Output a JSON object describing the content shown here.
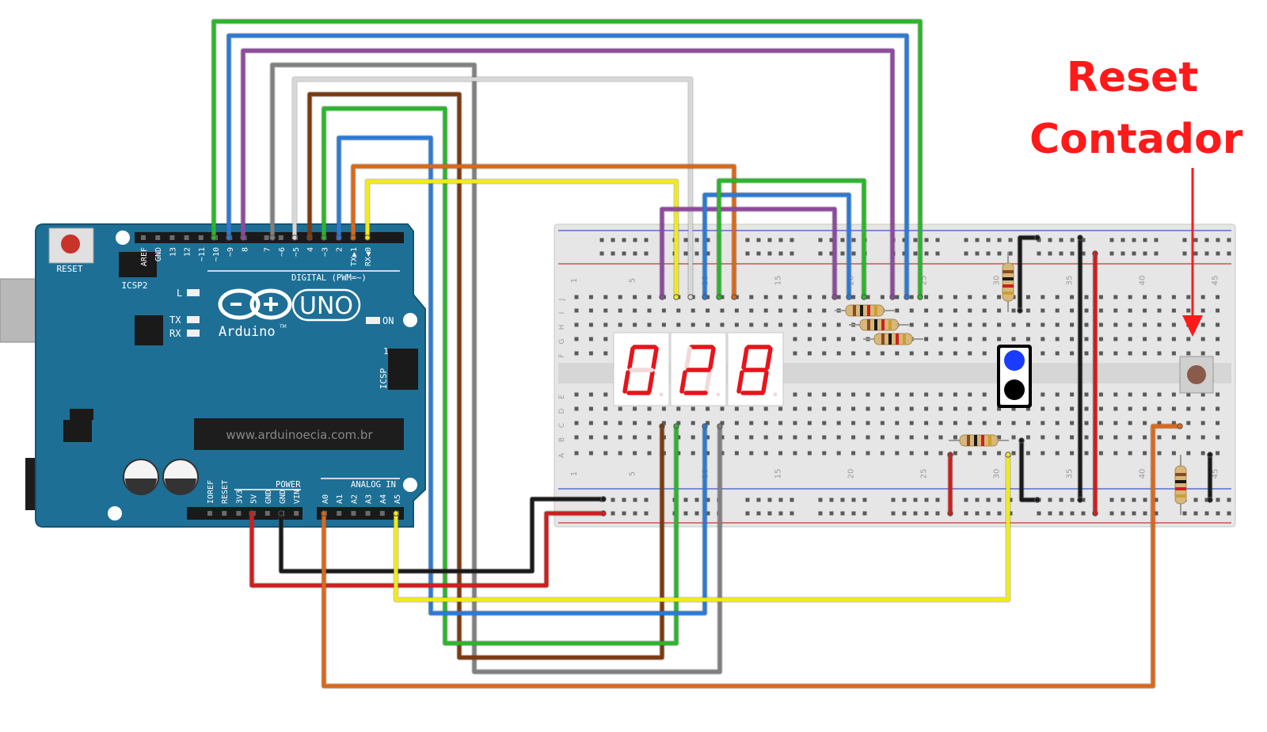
{
  "annotation": {
    "line1": "Reset",
    "line2": "Contador",
    "color": "#ff1a1a"
  },
  "arduino": {
    "board_color": "#1e6f96",
    "reset_label": "RESET",
    "icsp2_label": "ICSP2",
    "icsp_label": "ICSP",
    "digital_label": "DIGITAL (PWM=~)",
    "l_label": "L",
    "tx_label": "TX",
    "rx_label": "RX",
    "on_label": "ON",
    "one_label": "1",
    "uno_label": "UNO",
    "brand_label": "Arduino",
    "tm_label": "TM",
    "website": "www.arduinoecia.com.br",
    "power_label": "POWER",
    "analog_label": "ANALOG IN",
    "digital_pins": [
      "AREF",
      "GND",
      "13",
      "12",
      "~11",
      "~10",
      "~9",
      "8",
      "7",
      "~6",
      "~5",
      "4",
      "~3",
      "2",
      "TX▶1",
      "RX◀0"
    ],
    "power_pins": [
      "IOREF",
      "RESET",
      "3V3",
      "5V",
      "GND",
      "GND",
      "VIN"
    ],
    "analog_pins": [
      "A0",
      "A1",
      "A2",
      "A3",
      "A4",
      "A5"
    ]
  },
  "display": {
    "digits": [
      "0",
      "2",
      "8"
    ],
    "segment_on_color": "#e8141c",
    "segment_off_color": "#f2d9da"
  },
  "breadboard": {
    "col_numbers": [
      "1",
      "5",
      "10",
      "15",
      "20",
      "25",
      "30",
      "35",
      "40",
      "45"
    ],
    "row_letters_top": [
      "J",
      "I",
      "H",
      "G",
      "F"
    ],
    "row_letters_bottom": [
      "E",
      "D",
      "C",
      "B",
      "A"
    ]
  },
  "transistor": {
    "top_color": "#1a3cff",
    "bottom_color": "#000000"
  },
  "wire_colors": {
    "green": "#2bb52b",
    "blue": "#2b7ad6",
    "purple": "#8e4a9e",
    "gray": "#808080",
    "white": "#d8d8d8",
    "brown": "#7a3a10",
    "orange": "#d9681a",
    "yellow": "#f2ea1a",
    "red": "#cc1f1f",
    "black": "#1a1a1a"
  }
}
